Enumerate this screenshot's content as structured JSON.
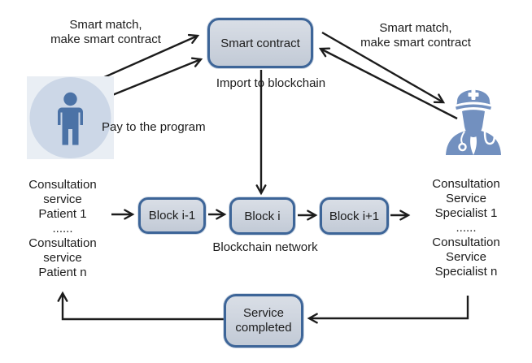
{
  "figure": {
    "description": "Blockchain smart-contract consultation workflow diagram"
  },
  "colors": {
    "background": "#ffffff",
    "node_border": "#3d6598",
    "node_fill_top": "#d9dee6",
    "node_fill_bottom": "#c2cad6",
    "arrow": "#1c1c1c",
    "text": "#1c1c1c",
    "patient_tile": "#e9eef4",
    "patient_circle": "#ccd7e7",
    "patient_figure": "#4b72a6",
    "doctor_figure": "#7290bf"
  },
  "nodes": {
    "smart_contract": {
      "label": "Smart contract"
    },
    "block_prev": {
      "label": "Block i-1"
    },
    "block_current": {
      "label": "Block i"
    },
    "block_next": {
      "label": "Block i+1"
    },
    "service_completed": {
      "label": "Service\ncompleted"
    }
  },
  "labels": {
    "smart_match_left": "Smart match,\nmake smart contract",
    "smart_match_right": "Smart match,\nmake smart contract",
    "import_to_blockchain": "Import to blockchain",
    "pay_to_program": "Pay to the program",
    "blockchain_network": "Blockchain network",
    "patient_services": "Consultation\nservice\nPatient 1\n......\nConsultation\nservice\nPatient n",
    "specialist_services": "Consultation\nService\nSpecialist 1\n......\nConsultation\nService\nSpecialist n"
  },
  "icons": {
    "patient": "patient-person-icon",
    "specialist": "doctor-icon"
  }
}
